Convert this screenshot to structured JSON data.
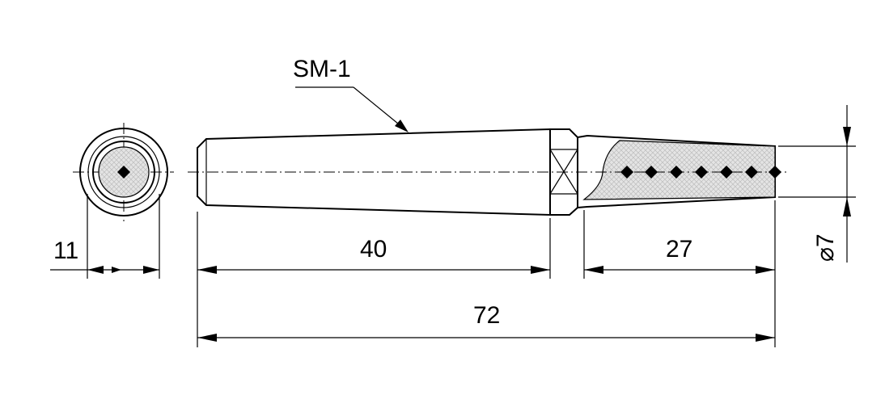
{
  "drawing": {
    "part_label": "SM-1",
    "dimensions": {
      "end_diameter": "11",
      "body_length": "40",
      "tip_length": "27",
      "overall_length": "72",
      "tip_diameter": "⌀7"
    },
    "colors": {
      "line": "#000000",
      "hatch_fill": "#d9d9d9",
      "background": "#ffffff"
    }
  }
}
